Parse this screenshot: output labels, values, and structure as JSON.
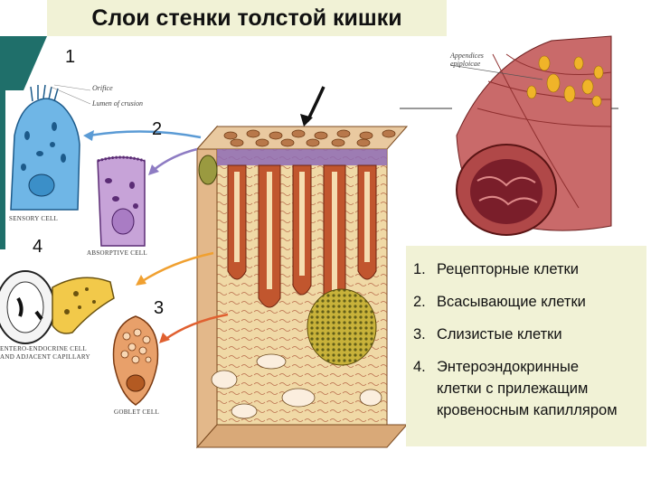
{
  "title": "Слои стенки толстой кишки",
  "numbers": [
    "1",
    "2",
    "3",
    "4"
  ],
  "legend": [
    {
      "num": "1.",
      "text": "Рецепторные клетки"
    },
    {
      "num": "2.",
      "text": "Всасывающие клетки"
    },
    {
      "num": "3.",
      "text": "Слизистые клетки"
    },
    {
      "num": "4.",
      "text": "Энтероэндокринные клетки с прилежащим кровеносным капилляром"
    }
  ],
  "captions": {
    "sensory": "SENSORY CELL",
    "absorptive": "ABSORPTIVE CELL",
    "entero1": "ENTERO-ENDOCRINE CELL",
    "entero2": "AND ADJACENT CAPILLARY",
    "goblet": "GOBLET CELL",
    "orifice": "Orifice",
    "lumen": "Lumen of crusion",
    "appendices1": "Appendices",
    "appendices2": "epiploicae"
  },
  "colors": {
    "teal": "#1f6f6a",
    "panel": "#f1f2d6",
    "arrow_blue": "#5b9bd5",
    "arrow_purple": "#8e7cc3",
    "arrow_orange": "#f0a030",
    "arrow_red": "#e06030"
  }
}
